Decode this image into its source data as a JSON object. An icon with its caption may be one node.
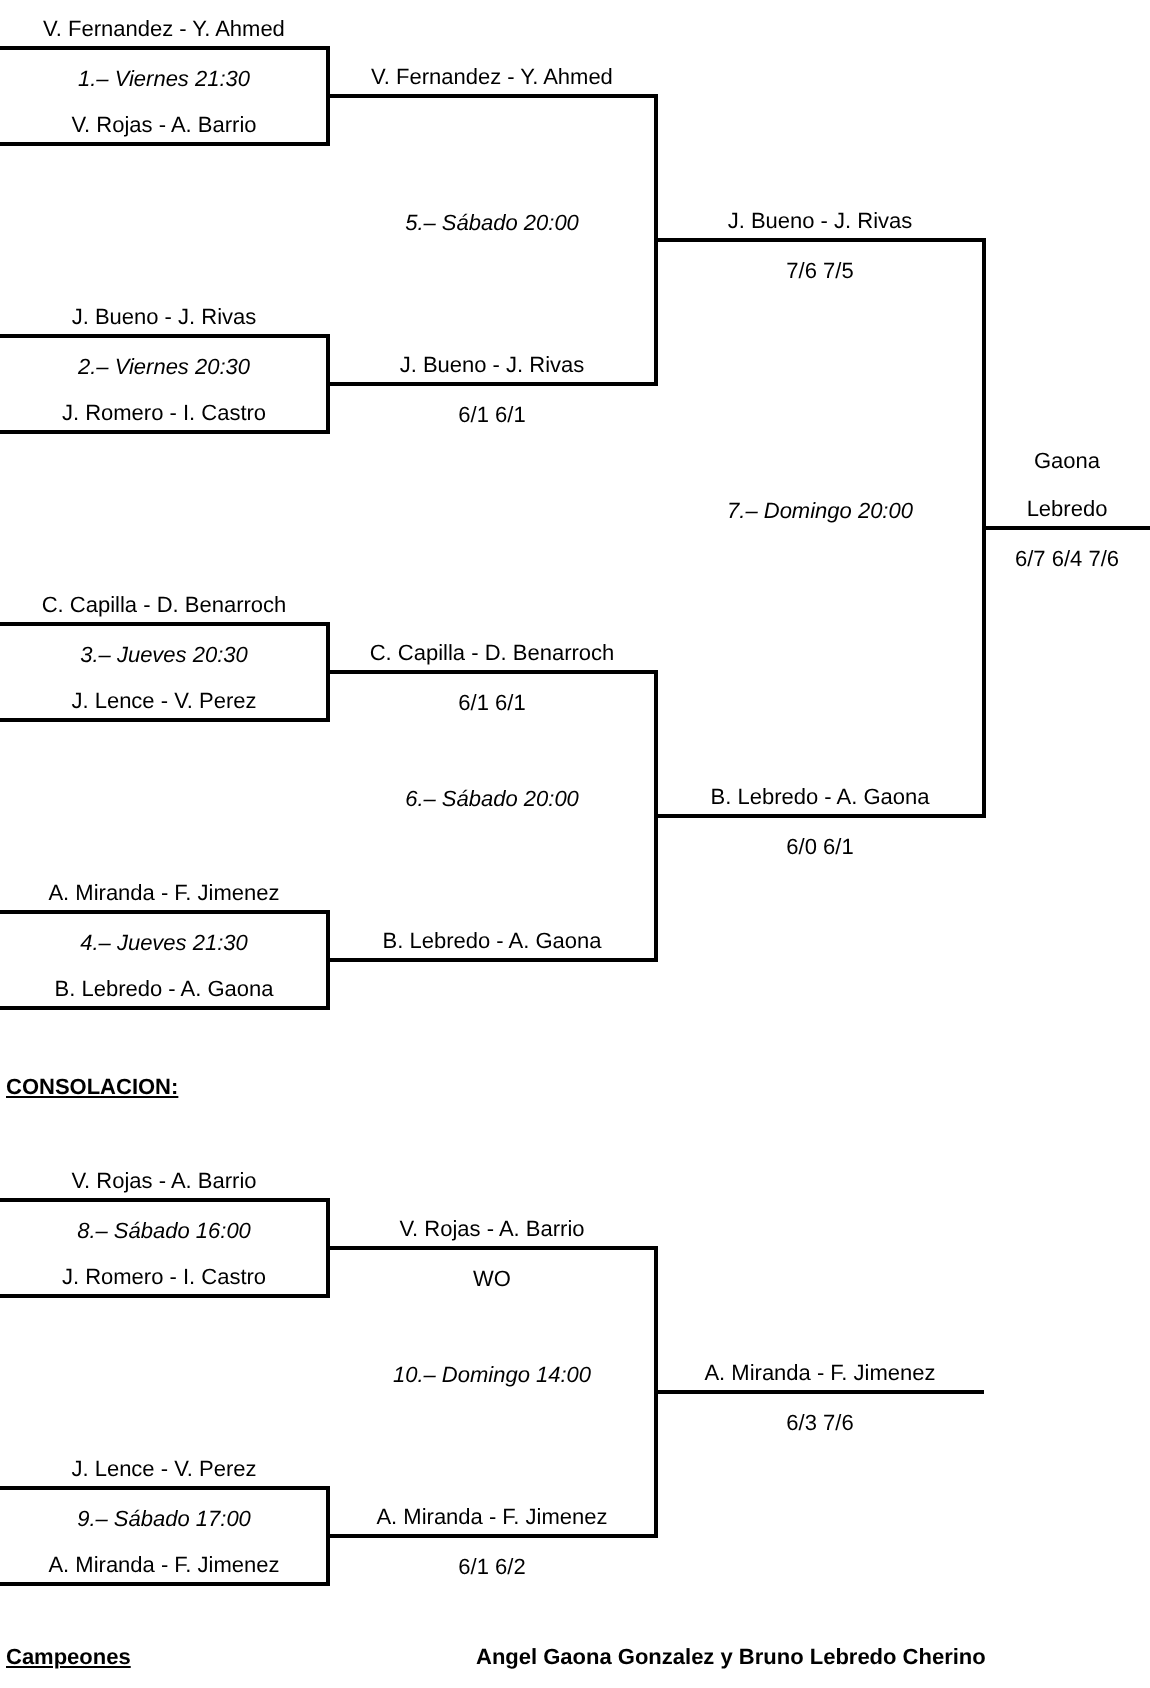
{
  "diagram": {
    "nodes": [
      {
        "text": [
          "V. Fernandez - Y. Ahmed"
        ]
      },
      {
        "text": [
          "V. Fernandez - Y. Ahmed"
        ]
      },
      {
        "text": [
          "V. Rojas - A. Barrio"
        ]
      },
      {
        "text": [
          "J. Bueno - J. Rivas"
        ],
        "beside": [
          "7/6 7/5"
        ]
      },
      {
        "text": [
          "J. Bueno - J. Rivas"
        ]
      },
      {
        "text": [
          "J. Bueno - J. Rivas"
        ],
        "beside": [
          "6/1 6/1"
        ]
      },
      {
        "text": [
          "J. Romero - I. Castro"
        ]
      },
      {
        "text": [
          "Gaona",
          "Lebredo"
        ],
        "beside": [
          "6/7 6/4 7/6"
        ]
      },
      {
        "text": [
          "C. Capilla - D. Benarroch"
        ]
      },
      {
        "text": [
          "C. Capilla - D. Benarroch"
        ],
        "beside": [
          "6/1 6/1"
        ]
      },
      {
        "text": [
          "J. Lence - V. Perez"
        ]
      },
      {
        "text": [
          "B. Lebredo - A. Gaona"
        ],
        "beside": [
          "6/0 6/1"
        ]
      },
      {
        "text": [
          "A. Miranda - F. Jimenez"
        ]
      },
      {
        "text": [
          "B. Lebredo - A. Gaona"
        ]
      },
      {
        "text": [
          "B. Lebredo - A. Gaona"
        ]
      },
      {
        "text": [
          "V. Rojas - A. Barrio"
        ]
      },
      {
        "text": [
          "V. Rojas - A. Barrio"
        ],
        "beside": [
          "WO"
        ]
      },
      {
        "text": [
          "J. Romero - I. Castro"
        ]
      },
      {
        "text": [
          "A. Miranda - F. Jimenez"
        ],
        "beside": [
          "6/3 7/6"
        ]
      },
      {
        "text": [
          "J. Lence - V. Perez"
        ]
      },
      {
        "text": [
          "A. Miranda - F. Jimenez"
        ],
        "beside": [
          "6/1 6/2"
        ]
      },
      {
        "text": [
          "A. Miranda - F. Jimenez"
        ]
      }
    ],
    "edges": [
      {
        "from": 0,
        "to": 1,
        "arrow": "none"
      },
      {
        "from": 2,
        "to": 1,
        "arrow": "none"
      },
      {
        "from": 4,
        "to": 5,
        "arrow": "none"
      },
      {
        "from": 6,
        "to": 5,
        "arrow": "none"
      },
      {
        "from": 8,
        "to": 9,
        "arrow": "none"
      },
      {
        "from": 10,
        "to": 9,
        "arrow": "none"
      },
      {
        "from": 12,
        "to": 13,
        "arrow": "none"
      },
      {
        "from": 14,
        "to": 13,
        "arrow": "none"
      },
      {
        "from": 1,
        "to": 3,
        "arrow": "none"
      },
      {
        "from": 5,
        "to": 3,
        "arrow": "none"
      },
      {
        "from": 9,
        "to": 11,
        "arrow": "none"
      },
      {
        "from": 13,
        "to": 11,
        "arrow": "none"
      },
      {
        "from": 3,
        "to": 7,
        "arrow": "none"
      },
      {
        "from": 11,
        "to": 7,
        "arrow": "none"
      },
      {
        "from": 15,
        "to": 16,
        "arrow": "none"
      },
      {
        "from": 17,
        "to": 16,
        "arrow": "none"
      },
      {
        "from": 19,
        "to": 20,
        "arrow": "none"
      },
      {
        "from": 21,
        "to": 20,
        "arrow": "none"
      },
      {
        "from": 16,
        "to": 18,
        "arrow": "none"
      },
      {
        "from": 20,
        "to": 18,
        "arrow": "none"
      }
    ],
    "labels": [
      "1.– Viernes 21:30",
      "5.– Sábado 20:00",
      "2.– Viernes 20:30",
      "7.– Domingo 20:00",
      "3.– Jueves 20:30",
      "6.– Sábado 20:00",
      "4.– Jueves 21:30",
      "CONSOLACION:",
      "8.– Sábado 16:00",
      "10.– Domingo 14:00",
      "9.– Sábado 17:00",
      "Campeones",
      "Angel Gaona Gonzalez y Bruno Lebredo Cherino"
    ]
  }
}
